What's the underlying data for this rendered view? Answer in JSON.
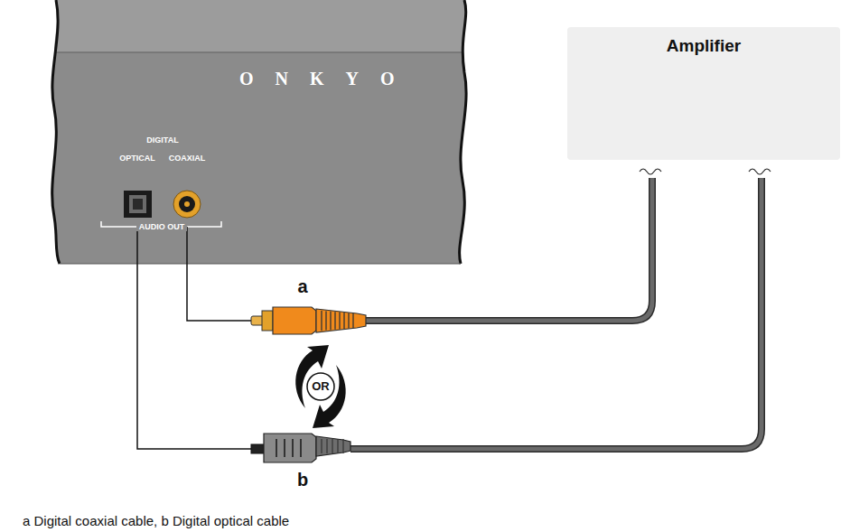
{
  "diagram": {
    "caption": "a Digital coaxial cable, b Digital optical cable",
    "nodes": [
      {
        "text": [
          "ONKYO"
        ]
      },
      {
        "text": [
          "Amplifier"
        ]
      }
    ],
    "edges": [
      {
        "from": 0,
        "to": 1,
        "arrow": "none",
        "label": "a"
      },
      {
        "from": 0,
        "to": 1,
        "arrow": "none",
        "label": "b"
      }
    ],
    "labels": [
      "DIGITAL",
      "OPTICAL",
      "COAXIAL",
      "AUDIO OUT",
      "OR"
    ]
  }
}
